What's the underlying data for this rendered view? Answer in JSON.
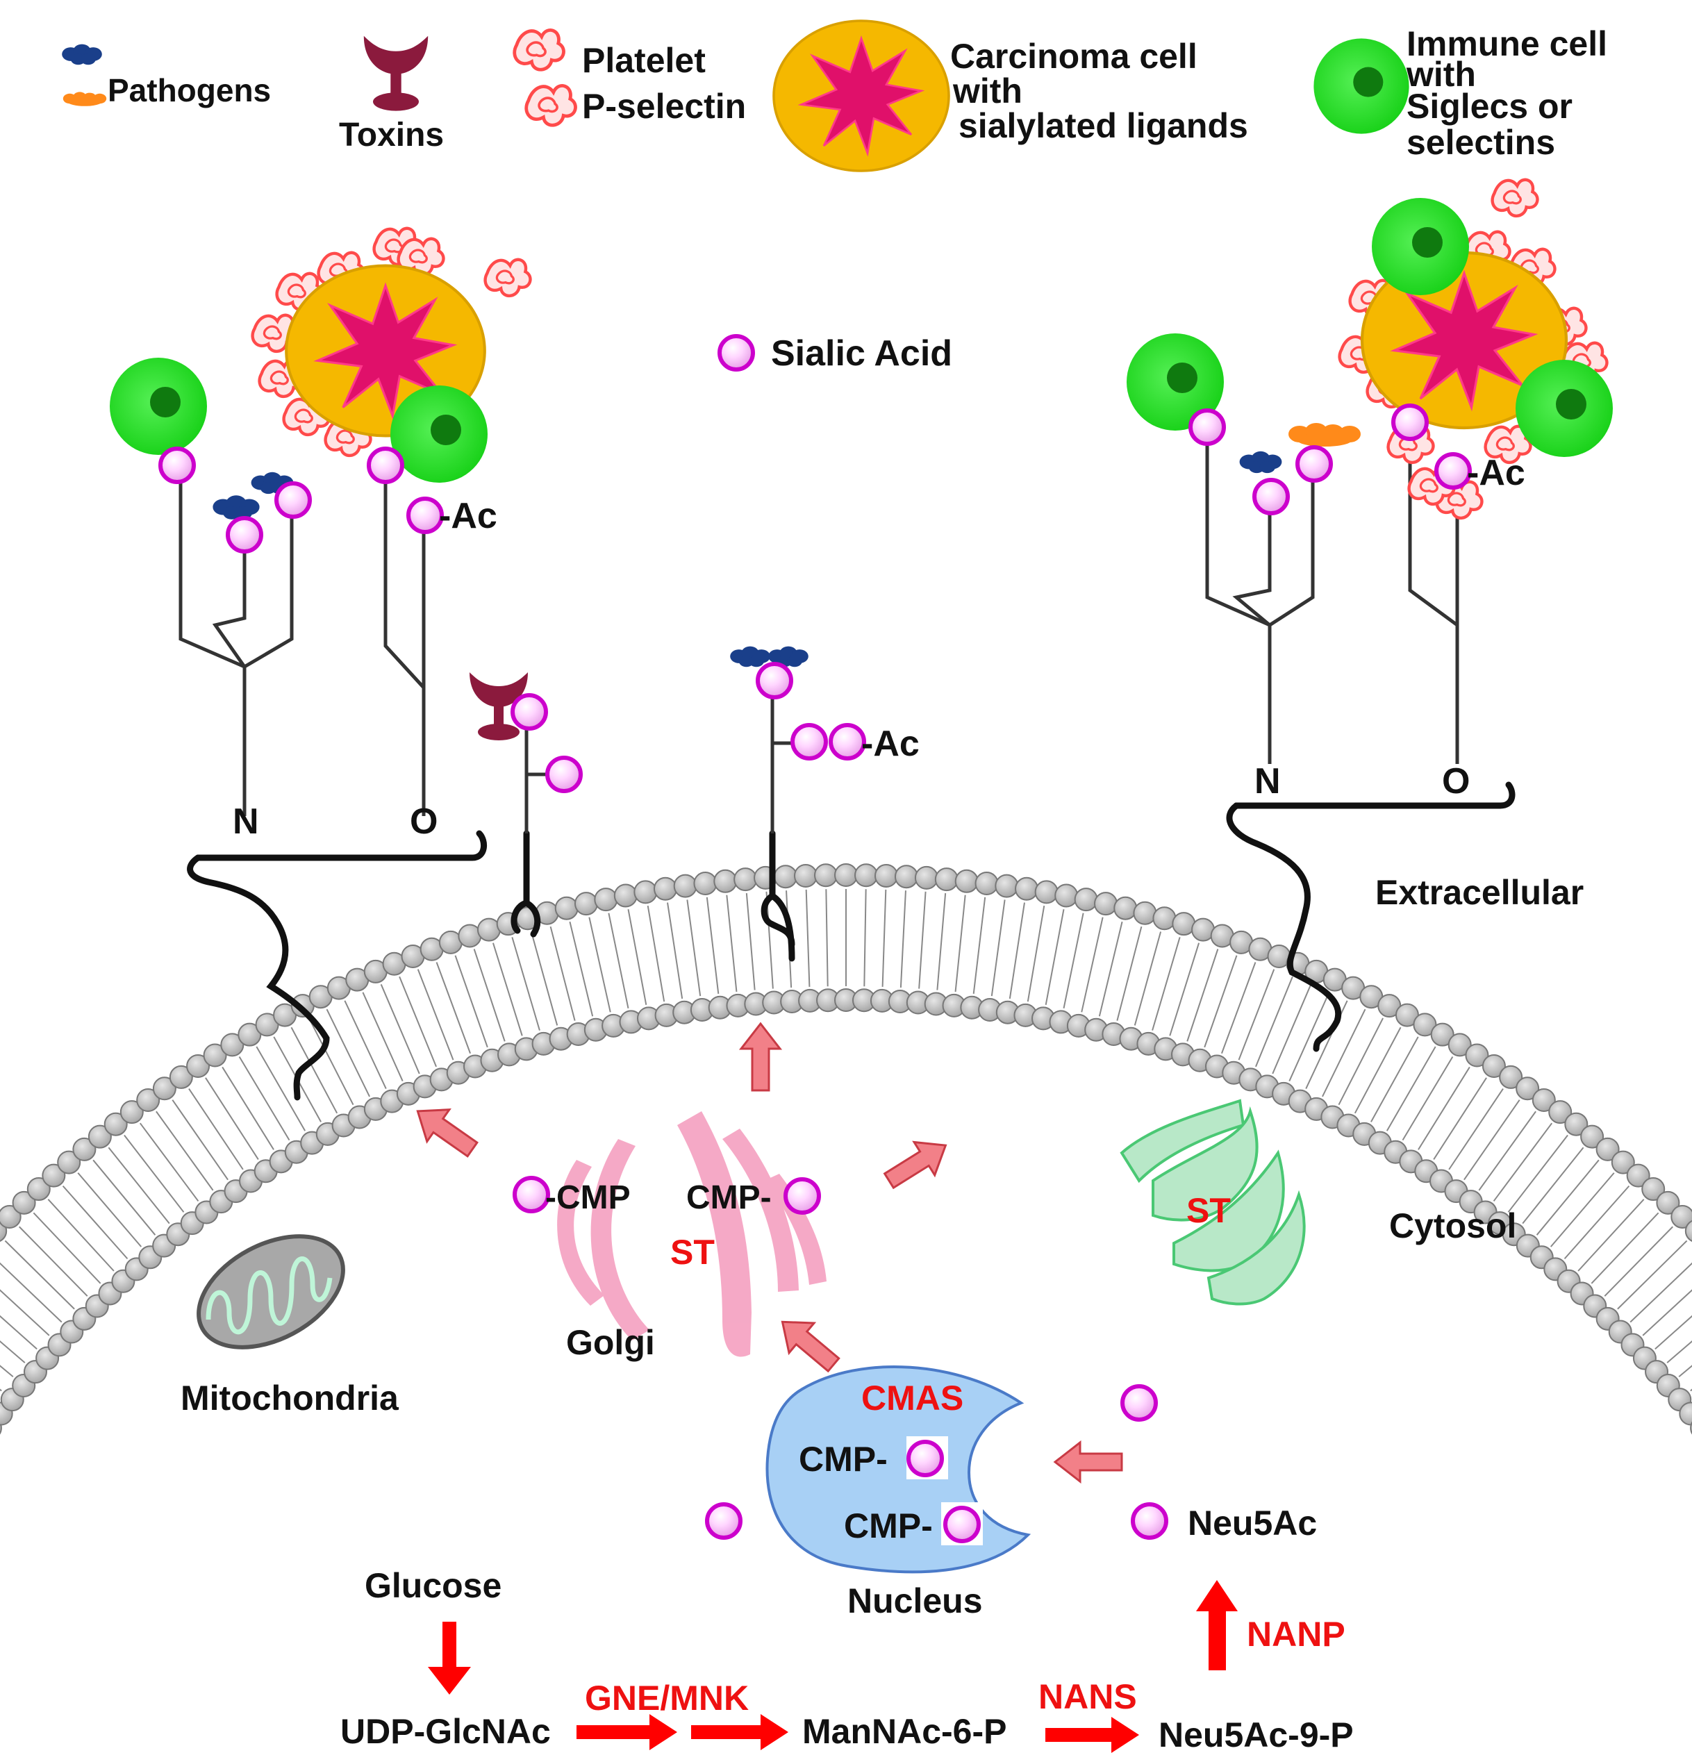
{
  "colors": {
    "sialic_fill": "#ffd6ff",
    "sialic_stroke": "#cc00cc",
    "immune_outer": "#22dd22",
    "immune_inner": "#0f7a0f",
    "carcinoma_body": "#f5b800",
    "carcinoma_core": "#e0106a",
    "pathogen_blue": "#1a3f8a",
    "pathogen_orange": "#ff8a1a",
    "toxin": "#8b1a3d",
    "platelet": "#ff4a4a",
    "membrane_bead": "#c8c8c8",
    "golgi": "#f5a0c0",
    "er": "#8fe0a8",
    "nucleus": "#a8d0f5",
    "arrow_red": "#ff0000",
    "arrow_pink": "#d94a55",
    "enzyme_text": "#ee1111"
  },
  "legend": {
    "pathogens": "Pathogens",
    "toxins": "Toxins",
    "platelet_line1": "Platelet",
    "platelet_line2": "P-selectin",
    "carcinoma_line1": "Carcinoma cell",
    "carcinoma_line2": "with",
    "carcinoma_line3": "sialylated ligands",
    "immune_line1": "Immune cell",
    "immune_line2": "with",
    "immune_line3": "Siglecs  or",
    "immune_line4": "selectins"
  },
  "sialic_acid_label": "Sialic Acid",
  "glycans": {
    "n_label": "N",
    "o_label": "O",
    "acetyl": "-Ac"
  },
  "compartments": {
    "extracellular": "Extracellular",
    "cytosol": "Cytosol",
    "golgi": "Golgi",
    "mitochondria": "Mitochondria",
    "nucleus": "Nucleus"
  },
  "golgi_labels": {
    "left_cmp": "-CMP",
    "right_cmp": "CMP-",
    "enzyme": "ST"
  },
  "er_enzyme": "ST",
  "nucleus_labels": {
    "enzyme": "CMAS",
    "cmp1": "CMP-",
    "cmp2": "CMP-"
  },
  "pathway": {
    "glucose": "Glucose",
    "udp_glcnac": "UDP-GlcNAc",
    "gne_mnk": "GNE/MNK",
    "mannac6p": "ManNAc-6-P",
    "nans": "NANS",
    "neu5ac9p": "Neu5Ac-9-P",
    "nanp": "NANP",
    "neu5ac": "Neu5Ac"
  }
}
